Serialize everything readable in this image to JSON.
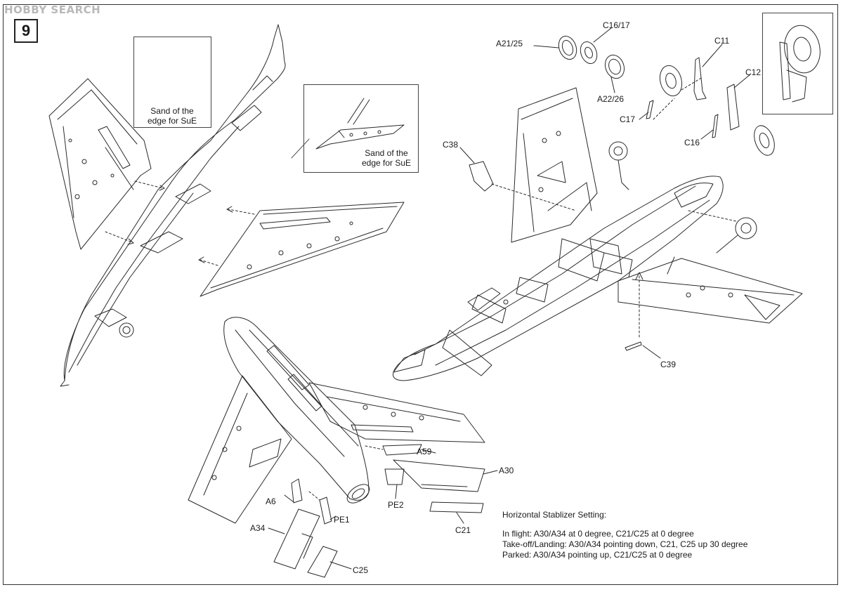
{
  "watermark": "HOBBY SEARCH",
  "step_number": "9",
  "details": {
    "left_note_line1": "Sand of the",
    "left_note_line2": "edge for SuE",
    "center_note_line1": "Sand of the",
    "center_note_line2": "edge for SuE"
  },
  "part_labels": {
    "a21_25": "A21/25",
    "c16_17": "C16/17",
    "a22_26": "A22/26",
    "c11": "C11",
    "c12": "C12",
    "c17": "C17",
    "c16": "C16",
    "c38": "C38",
    "c39": "C39",
    "a59": "A59",
    "a30": "A30",
    "a6": "A6",
    "pe2": "PE2",
    "pe1": "PE1",
    "c21": "C21",
    "a34": "A34",
    "c25": "C25"
  },
  "stabilizer_setting": {
    "heading": "Horizontal Stablizer  Setting:",
    "in_flight": "In flight: A30/A34 at 0 degree, C21/C25 at 0 degree",
    "takeoff_landing": "Take-off/Landing: A30/A34 pointing down, C21, C25 up 30 degree",
    "parked": "Parked: A30/A34 pointing up, C21/C25 at 0 degree"
  }
}
